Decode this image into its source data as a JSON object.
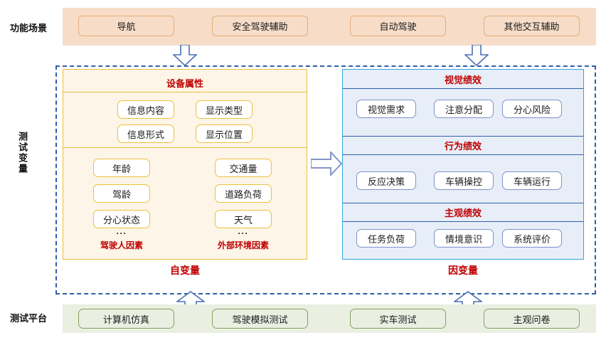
{
  "rows": {
    "scenario_label": "功能场景",
    "variables_label": "测试变量",
    "platform_label": "测试平台"
  },
  "scenario": {
    "items": [
      {
        "label": "导航"
      },
      {
        "label": "安全驾驶辅助"
      },
      {
        "label": "自动驾驶"
      },
      {
        "label": "其他交互辅助"
      }
    ]
  },
  "independent": {
    "caption": "自变量",
    "device_section": {
      "title": "设备属性",
      "items": [
        {
          "label": "信息内容"
        },
        {
          "label": "显示类型"
        },
        {
          "label": "信息形式"
        },
        {
          "label": "显示位置"
        }
      ]
    },
    "driver_group": {
      "caption": "驾驶人因素",
      "ellipsis": "···",
      "items": [
        {
          "label": "年龄"
        },
        {
          "label": "驾龄"
        },
        {
          "label": "分心状态"
        }
      ]
    },
    "environment_group": {
      "caption": "外部环境因素",
      "ellipsis": "···",
      "items": [
        {
          "label": "交通量"
        },
        {
          "label": "道路负荷"
        },
        {
          "label": "天气"
        }
      ]
    }
  },
  "dependent": {
    "caption": "因变量",
    "sections": [
      {
        "title": "视觉绩效",
        "items": [
          {
            "label": "视觉需求"
          },
          {
            "label": "注意分配"
          },
          {
            "label": "分心风险"
          }
        ]
      },
      {
        "title": "行为绩效",
        "items": [
          {
            "label": "反应决策"
          },
          {
            "label": "车辆操控"
          },
          {
            "label": "车辆运行"
          }
        ]
      },
      {
        "title": "主观绩效",
        "items": [
          {
            "label": "任务负荷"
          },
          {
            "label": "情境意识"
          },
          {
            "label": "系统评价"
          }
        ]
      }
    ]
  },
  "platform": {
    "items": [
      {
        "label": "计算机仿真"
      },
      {
        "label": "驾驶模拟测试"
      },
      {
        "label": "实车测试"
      },
      {
        "label": "主观问卷"
      }
    ]
  },
  "arrows": {
    "top_left": "down-arrow-icon",
    "top_right": "down-arrow-icon",
    "middle": "right-arrow-icon",
    "bottom_left": "up-arrow-icon",
    "bottom_right": "up-arrow-icon"
  },
  "colors": {
    "scenario_band": "#f7ddc8",
    "scenario_border": "#e8ac76",
    "platform_band": "#eaefe2",
    "platform_border": "#86a15e",
    "independent_bg": "#fdf5e8",
    "independent_border": "#edc03c",
    "dependent_bg": "#e7eef8",
    "dependent_border": "#31a5dd",
    "dashed_border": "#2f5fa8",
    "section_title": "#c00000",
    "arrow_stroke": "#4a6fb5"
  }
}
